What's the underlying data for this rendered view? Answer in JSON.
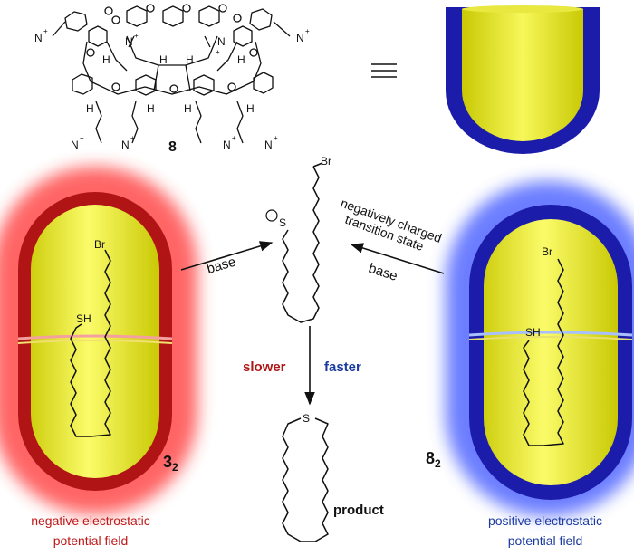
{
  "compound_labels": {
    "host_top": "8",
    "left_capsule": "3",
    "left_capsule_sub": "2",
    "right_capsule": "8",
    "right_capsule_sub": "2"
  },
  "substituent_labels": {
    "ammonium": "N",
    "charge_plus": "+",
    "hydrogen": "H",
    "bromine": "Br",
    "thiol": "SH",
    "thiolate_S": "S",
    "charge_minus": "−",
    "sulfur": "S"
  },
  "reaction": {
    "left_arrow_label": "base",
    "right_arrow_label": "base",
    "transition_state_label_lines": [
      "negatively charged",
      "transition state"
    ],
    "slower_label": "slower",
    "faster_label": "faster",
    "product_label": "product"
  },
  "field_labels": {
    "negative_lines": [
      "negative electrostatic",
      "potential field"
    ],
    "positive_lines": [
      "positive electrostatic",
      "potential field"
    ]
  },
  "colors": {
    "yellow_light": "#fbfb6a",
    "yellow_dark": "#bcbc00",
    "red_shell": "#b01414",
    "red_glow": "#ff3030",
    "blue_shell": "#1c1caa",
    "blue_glow": "#3a52ff",
    "slower": "#b01818",
    "faster": "#1a3aa0",
    "negative_text": "#c01818",
    "positive_text": "#1a3aa0",
    "black": "#111111"
  }
}
